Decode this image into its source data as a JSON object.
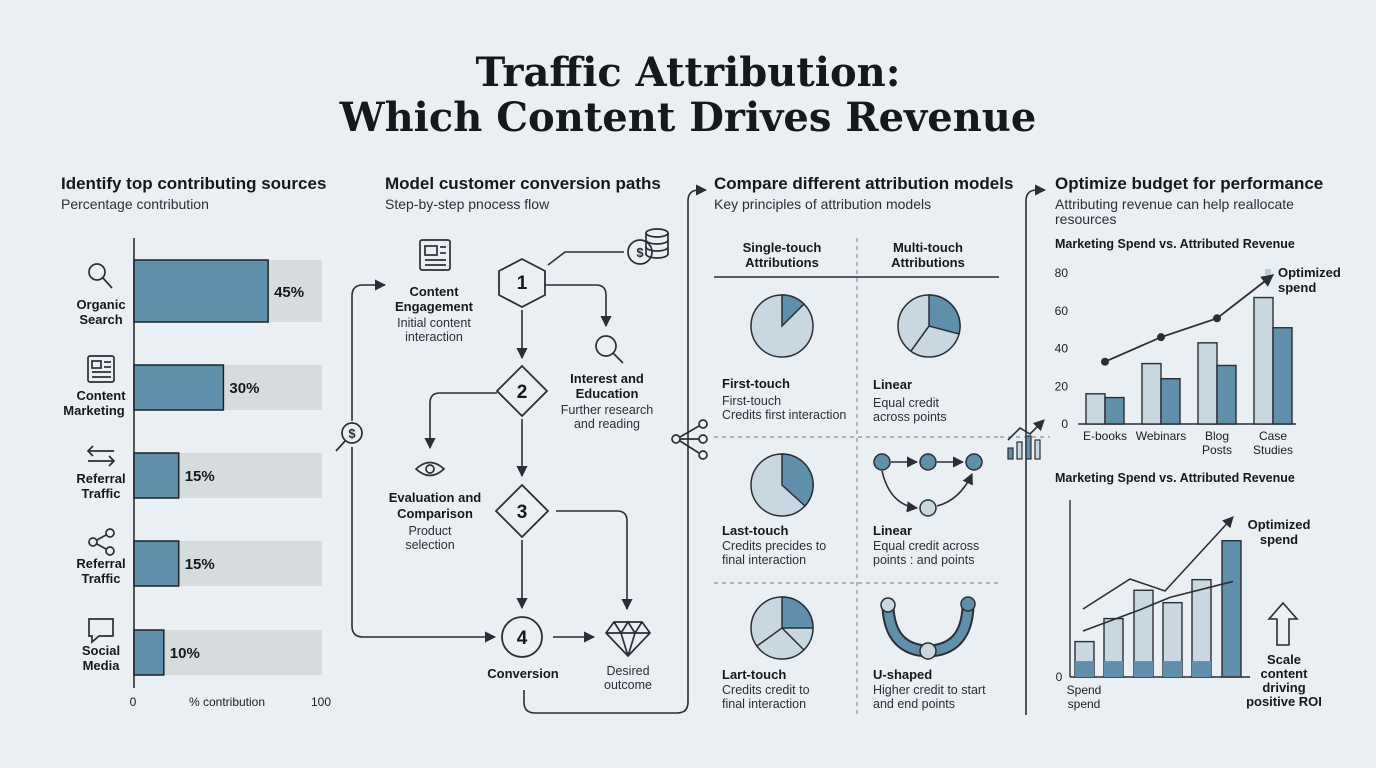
{
  "title": {
    "line1": "Traffic Attribution:",
    "line2": "Which Content Drives Revenue"
  },
  "panel1": {
    "heading": "Identify top contributing sources",
    "subheading": "Percentage contribution",
    "axis": {
      "min": "0",
      "label": "% contribution",
      "max": "100"
    },
    "bars": [
      {
        "label1": "Organic",
        "label2": "Search",
        "value": 45,
        "value_label": "45%",
        "icon": "magnifier-icon"
      },
      {
        "label1": "Content",
        "label2": "Marketing",
        "value": 30,
        "value_label": "30%",
        "icon": "newspaper-icon"
      },
      {
        "label1": "Referral",
        "label2": "Traffic",
        "value": 15,
        "value_label": "15%",
        "icon": "arrows-icon"
      },
      {
        "label1": "Referral",
        "label2": "Traffic",
        "value": 15,
        "value_label": "15%",
        "icon": "share-icon"
      },
      {
        "label1": "Social",
        "label2": "Media",
        "value": 10,
        "value_label": "10%",
        "icon": "chat-bubble-icon"
      }
    ]
  },
  "panel2": {
    "heading": "Model customer conversion paths",
    "subheading": "Step-by-step pnocess flow",
    "steps": [
      "1",
      "2",
      "3",
      "4"
    ],
    "content_engagement": {
      "title1": "Content",
      "title2": "Engagement",
      "desc1": "Initial content",
      "desc2": "interaction"
    },
    "interest": {
      "title1": "Interest and",
      "title2": "Education",
      "desc1": "Further research",
      "desc2": "and reading"
    },
    "evaluation": {
      "title1": "Evaluation and",
      "title2": "Comparison",
      "desc1": "Product",
      "desc2": "selection"
    },
    "conversion": {
      "title": "Conversion"
    },
    "outcome": {
      "desc1": "Desired",
      "desc2": "outcome"
    }
  },
  "panel3": {
    "heading": "Compare different attribution models",
    "subheading": "Key principles of attribution models",
    "col_left": {
      "line1": "Single-touch",
      "line2": "Attributions"
    },
    "col_right": {
      "line1": "Multi-touch",
      "line2": "Attributions"
    },
    "models": [
      {
        "title": "First-touch",
        "desc1": "First-touch",
        "desc2": "Credits first interaction"
      },
      {
        "title": "Linear",
        "desc1": "Equal credit",
        "desc2": "across points"
      },
      {
        "title": "Last-touch",
        "desc1": "Credits precides to",
        "desc2": "final interaction"
      },
      {
        "title": "Linear",
        "desc1": "Equal credit across",
        "desc2": "points : and points"
      },
      {
        "title": "Lart-touch",
        "desc1": "Credits credit to",
        "desc2": "final interaction"
      },
      {
        "title": "U-shaped",
        "desc1": "Higher credit to start",
        "desc2": "and end points"
      }
    ]
  },
  "panel4": {
    "heading": "Optimize budget for performance",
    "subheading1": "Attributing revenue can help reallocate",
    "subheading2": "resources",
    "chart1_title": "Marketing Spend vs. Attributed Revenue",
    "chart1_note": {
      "line1": "Optimized",
      "line2": "spend"
    },
    "chart1_xlabels": [
      [
        "E-books"
      ],
      [
        "Webinars"
      ],
      [
        "Blog",
        "Posts"
      ],
      [
        "Case",
        "Studies"
      ]
    ],
    "chart2_title": "Marketing Spend vs. Attributed Revenue",
    "chart2_zero": "0",
    "chart2_xlabel": {
      "line1": "Spend",
      "line2": "spend"
    },
    "chart2_note": {
      "line1": "Optimized",
      "line2": "spend"
    },
    "chart2_side": {
      "line1": "Scale",
      "line2": "content",
      "line3": "driving",
      "line4": "positive ROI"
    }
  },
  "chart_data": [
    {
      "type": "bar",
      "orientation": "horizontal",
      "title": "Identify top contributing sources",
      "subtitle": "Percentage contribution",
      "categories": [
        "Organic Search",
        "Content Marketing",
        "Referral Traffic",
        "Referral Traffic",
        "Social Media"
      ],
      "values": [
        45,
        30,
        15,
        15,
        10
      ],
      "xlabel": "% contribution",
      "xlim": [
        0,
        100
      ]
    },
    {
      "type": "bar",
      "title": "Marketing Spend vs. Attributed Revenue",
      "categories": [
        "E-books",
        "Webinars",
        "Blog Posts",
        "Case Studies"
      ],
      "yticks": [
        0,
        20,
        40,
        60,
        80
      ],
      "ylim": [
        0,
        85
      ],
      "series": [
        {
          "values": [
            16,
            32,
            43,
            67
          ]
        },
        {
          "values": [
            14,
            24,
            31,
            51
          ]
        },
        {
          "type": "line",
          "values": [
            33,
            46,
            56,
            79
          ]
        }
      ]
    },
    {
      "type": "bar",
      "title": "Marketing Spend vs. Attributed Revenue",
      "ylim": [
        0,
        10
      ],
      "series": [
        {
          "values": [
            2.0,
            3.3,
            4.9,
            4.2,
            5.5,
            7.7
          ]
        },
        {
          "type": "line",
          "values": [
            2.6,
            3.8,
            4.5,
            5.4
          ]
        }
      ]
    }
  ],
  "colors": {
    "background": "#e9eff2",
    "bar_fill": "#5f8fab",
    "bar_pale": "#c9d8e0",
    "track": "#d6dbde",
    "ink": "#15181d"
  }
}
